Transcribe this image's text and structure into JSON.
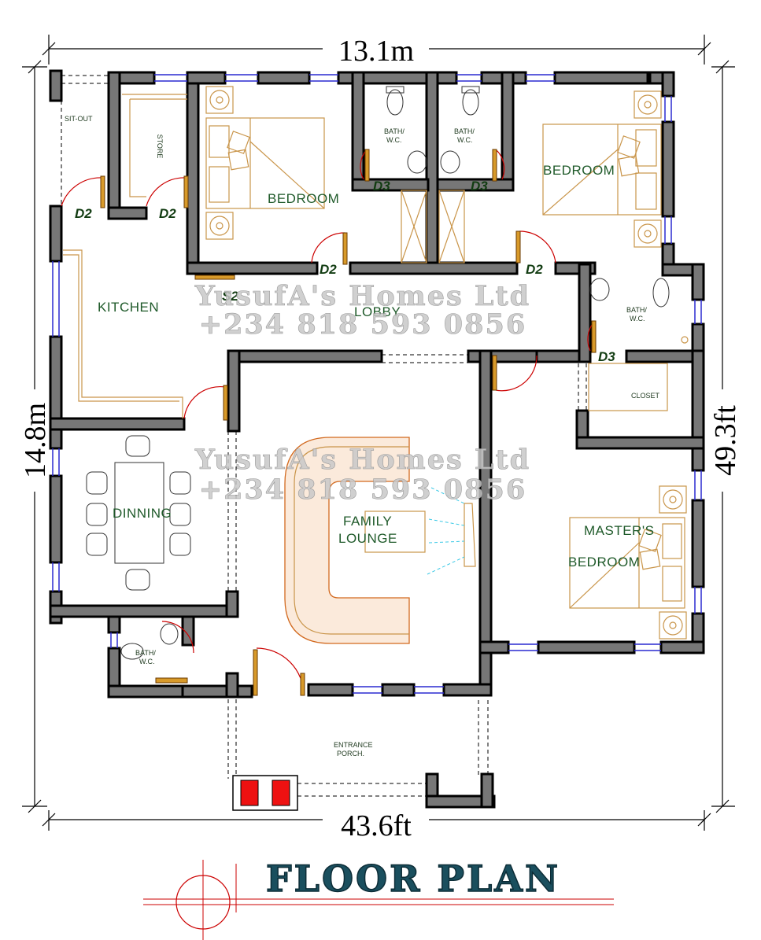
{
  "plan": {
    "title": "FLOOR PLAN",
    "dimensions": {
      "top": "13.1m",
      "bottom": "43.6ft",
      "left": "14.8m",
      "right": "49.3ft"
    },
    "watermark": {
      "company": "YusufA's Homes Ltd",
      "phone": "+234 818 593 0856"
    },
    "rooms": {
      "sitout": "SIT-OUT",
      "store": "STORE",
      "kitchen": "KITCHEN",
      "bedroom1": "BEDROOM",
      "bath1_line1": "BATH/",
      "bath1_line2": "W.C.",
      "bath2_line1": "BATH/",
      "bath2_line2": "W.C.",
      "bedroom2": "BEDROOM",
      "lobby": "LOBBY",
      "bath3_line1": "BATH/",
      "bath3_line2": "W.C.",
      "closet": "CLOSET",
      "dinning": "DINNING",
      "family_lounge_line1": "FAMILY",
      "family_lounge_line2": "LOUNGE",
      "masters_line1": "MASTER'S",
      "masters_line2": "BEDROOM",
      "bath4_line1": "BATH/",
      "bath4_line2": "W.C.",
      "porch_line1": "ENTRANCE",
      "porch_line2": "PORCH."
    },
    "doors": {
      "d2_sitout": "D2",
      "d2_store": "D2",
      "d2_bedroom": "D2",
      "d2_bedroom2": "D2",
      "d3_bath1": "D3",
      "d3_bath2": "D3",
      "d3_bath3": "D3",
      "s2_kitchen": "S2"
    }
  }
}
